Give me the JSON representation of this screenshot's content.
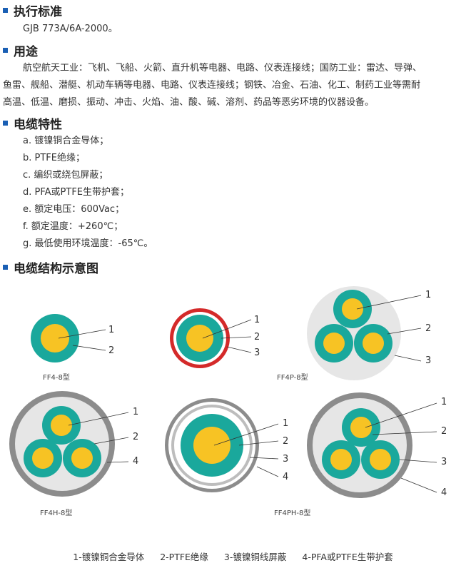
{
  "sections": {
    "standard": {
      "title": "执行标准",
      "text": "GJB 773A/6A-2000。"
    },
    "usage": {
      "title": "用途",
      "lines": [
        "航空航天工业：飞机、飞船、火箭、直升机等电器、电路、仪表连接线；国防工业：雷达、导弹、",
        "鱼雷、舰船、潜艇、机动车辆等电器、电路、仪表连接线；钢铁、冶金、石油、化工、制药工业等需耐",
        "高温、低温、磨损、振动、冲击、火焰、油、酸、碱、溶剂、药品等恶劣环境的仪器设备。"
      ]
    },
    "features": {
      "title": "电缆特性",
      "items": [
        "a. 镀镍铜合金导体；",
        "b. PTFE绝缘；",
        "c. 编织或绕包屏蔽；",
        "d. PFA或PTFE生带护套；",
        "e. 额定电压：600Vac；",
        "f. 额定温度：+260℃；",
        "g. 最低使用环境温度：-65℃。"
      ]
    },
    "diagram": {
      "title": "电缆结构示意图"
    }
  },
  "models": [
    "FF4-8型",
    "FF4P-8型",
    "FF4H-8型",
    "FF4PH-8型"
  ],
  "callouts": [
    "1",
    "2",
    "3",
    "4"
  ],
  "legend": [
    "1-镀镍铜合金导体",
    "2-PTFE绝缘",
    "3-镀镍铜线屏蔽",
    "4-PFA或PTFE生带护套"
  ],
  "colors": {
    "conductor": "#f7c324",
    "insulation": "#1aa89c",
    "shield": "#d42a2a",
    "jacket_outer": "#8c8c8c",
    "filler": "#e6e6e6",
    "heading_marker": "#1a5fb4"
  }
}
